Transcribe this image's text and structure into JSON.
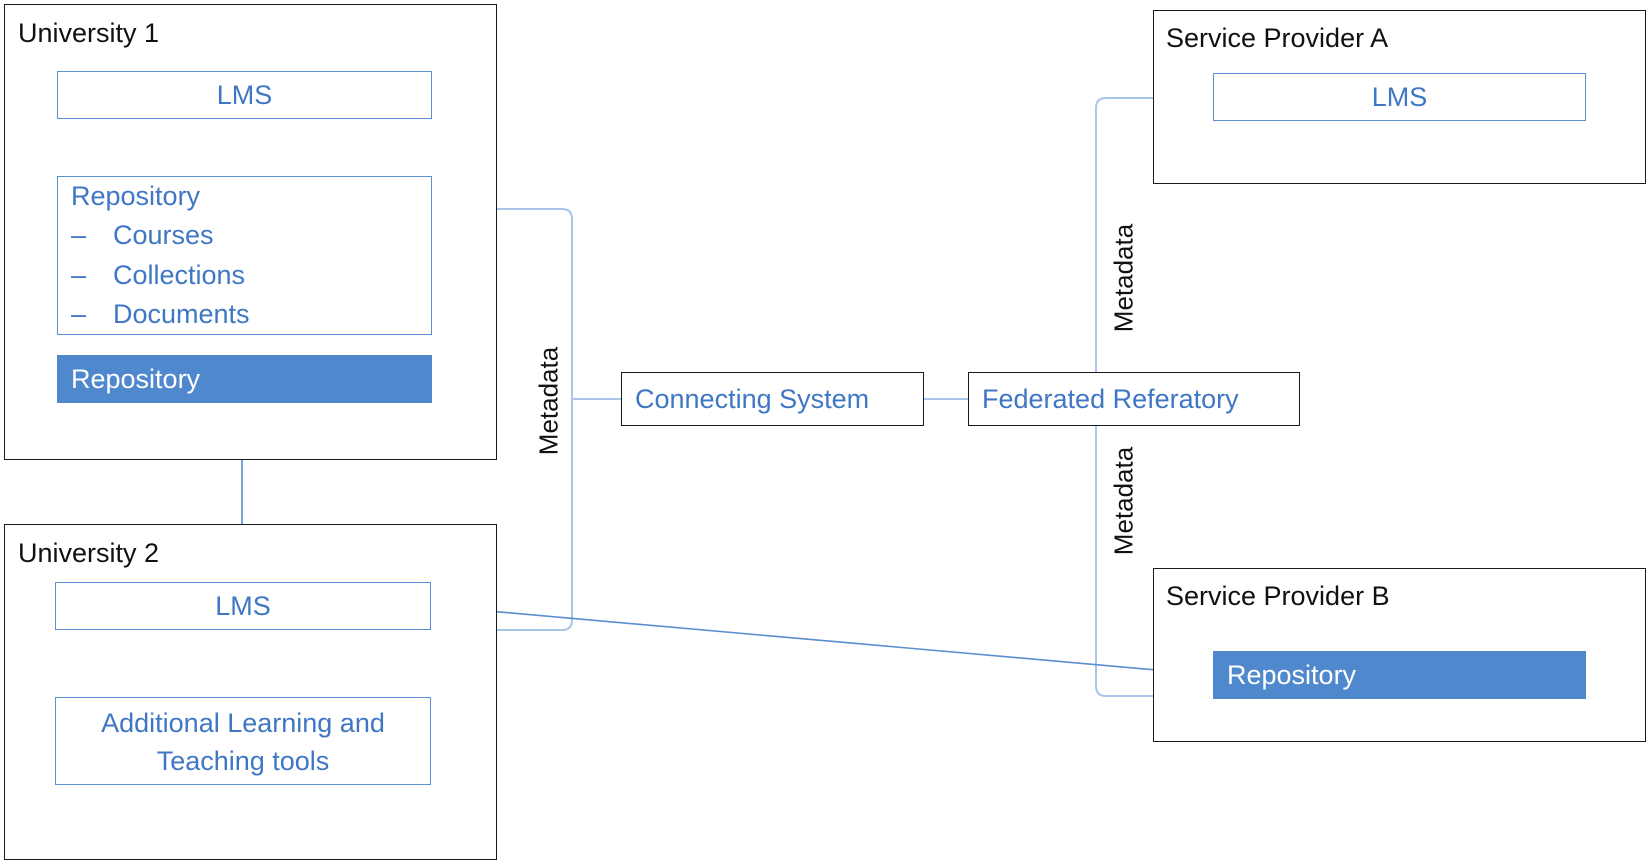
{
  "university1": {
    "title": "University 1",
    "lms": "LMS",
    "repository_box": {
      "title": "Repository",
      "items": [
        "Courses",
        "Collections",
        "Documents"
      ],
      "dash": "–"
    },
    "repository": "Repository"
  },
  "university2": {
    "title": "University 2",
    "lms": "LMS",
    "tools_line1": "Additional Learning and",
    "tools_line2": "Teaching tools"
  },
  "connecting_system": "Connecting System",
  "federated_referatory": "Federated Referatory",
  "service_provider_a": {
    "title": "Service Provider A",
    "lms": "LMS"
  },
  "service_provider_b": {
    "title": "Service Provider B",
    "repository": "Repository"
  },
  "metadata_labels": {
    "left": "Metadata",
    "right_top": "Metadata",
    "right_bottom": "Metadata"
  },
  "colors": {
    "line": "#5b8fd0",
    "light_line": "#a9c6ea",
    "text_blue": "#3f77c4",
    "fill_blue": "#4f88cc"
  }
}
